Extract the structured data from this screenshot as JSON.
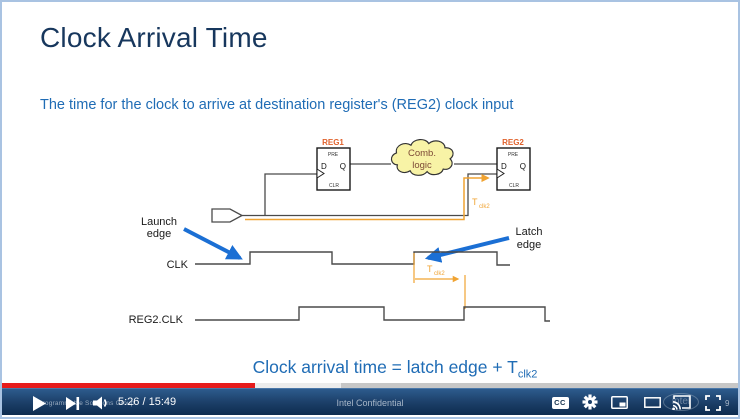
{
  "slide": {
    "title": "Clock Arrival Time",
    "subtitle": "The time for the clock to arrive at destination register's (REG2) clock input",
    "formula_main": "Clock arrival time = latch edge + T",
    "formula_sub": "clk2",
    "circuit": {
      "reg1": {
        "label": "REG1",
        "pre": "PRE",
        "d": "D",
        "q": "Q",
        "clr": "CLR"
      },
      "reg2": {
        "label": "REG2",
        "pre": "PRE",
        "d": "D",
        "q": "Q",
        "clr": "CLR"
      },
      "cloud_line1": "Comb.",
      "cloud_line2": "logic",
      "tclk2_main": "T",
      "tclk2_sub": "clk2"
    },
    "timing": {
      "launch_line1": "Launch",
      "launch_line2": "edge",
      "latch_line1": "Latch",
      "latch_line2": "edge",
      "clk_label": "CLK",
      "reg2clk_label": "REG2.CLK",
      "tclk2_main": "T",
      "tclk2_sub": "clk2"
    },
    "colors": {
      "title": "#17375d",
      "subtitle_blue": "#1f6cb5",
      "orange": "#f0a332",
      "reg_label_orange": "#e0622d",
      "arrow_blue": "#1b6fd4",
      "wire_gray": "#4a4a4a",
      "cloud_fill": "#f8f3a6"
    }
  },
  "player": {
    "time_display": "5:26 / 15:49",
    "progress_played_percent": 34.4,
    "progress_buffered_percent": 46,
    "progress_played_style": "width:34.4%",
    "progress_buffered_style": "width:46%",
    "progress_color": "#e61b1b",
    "cc_label": "CC",
    "icons_left": [
      "play-icon",
      "next-icon",
      "volume-icon"
    ],
    "icons_right": [
      "closed-captions-icon",
      "settings-gear-icon",
      "miniplayer-icon",
      "theater-mode-icon",
      "cast-icon",
      "fullscreen-icon"
    ]
  },
  "watermarks": {
    "left": "Programmable Solutions Group",
    "center": "Intel Confidential",
    "logo": "intel",
    "page_number": "9"
  }
}
